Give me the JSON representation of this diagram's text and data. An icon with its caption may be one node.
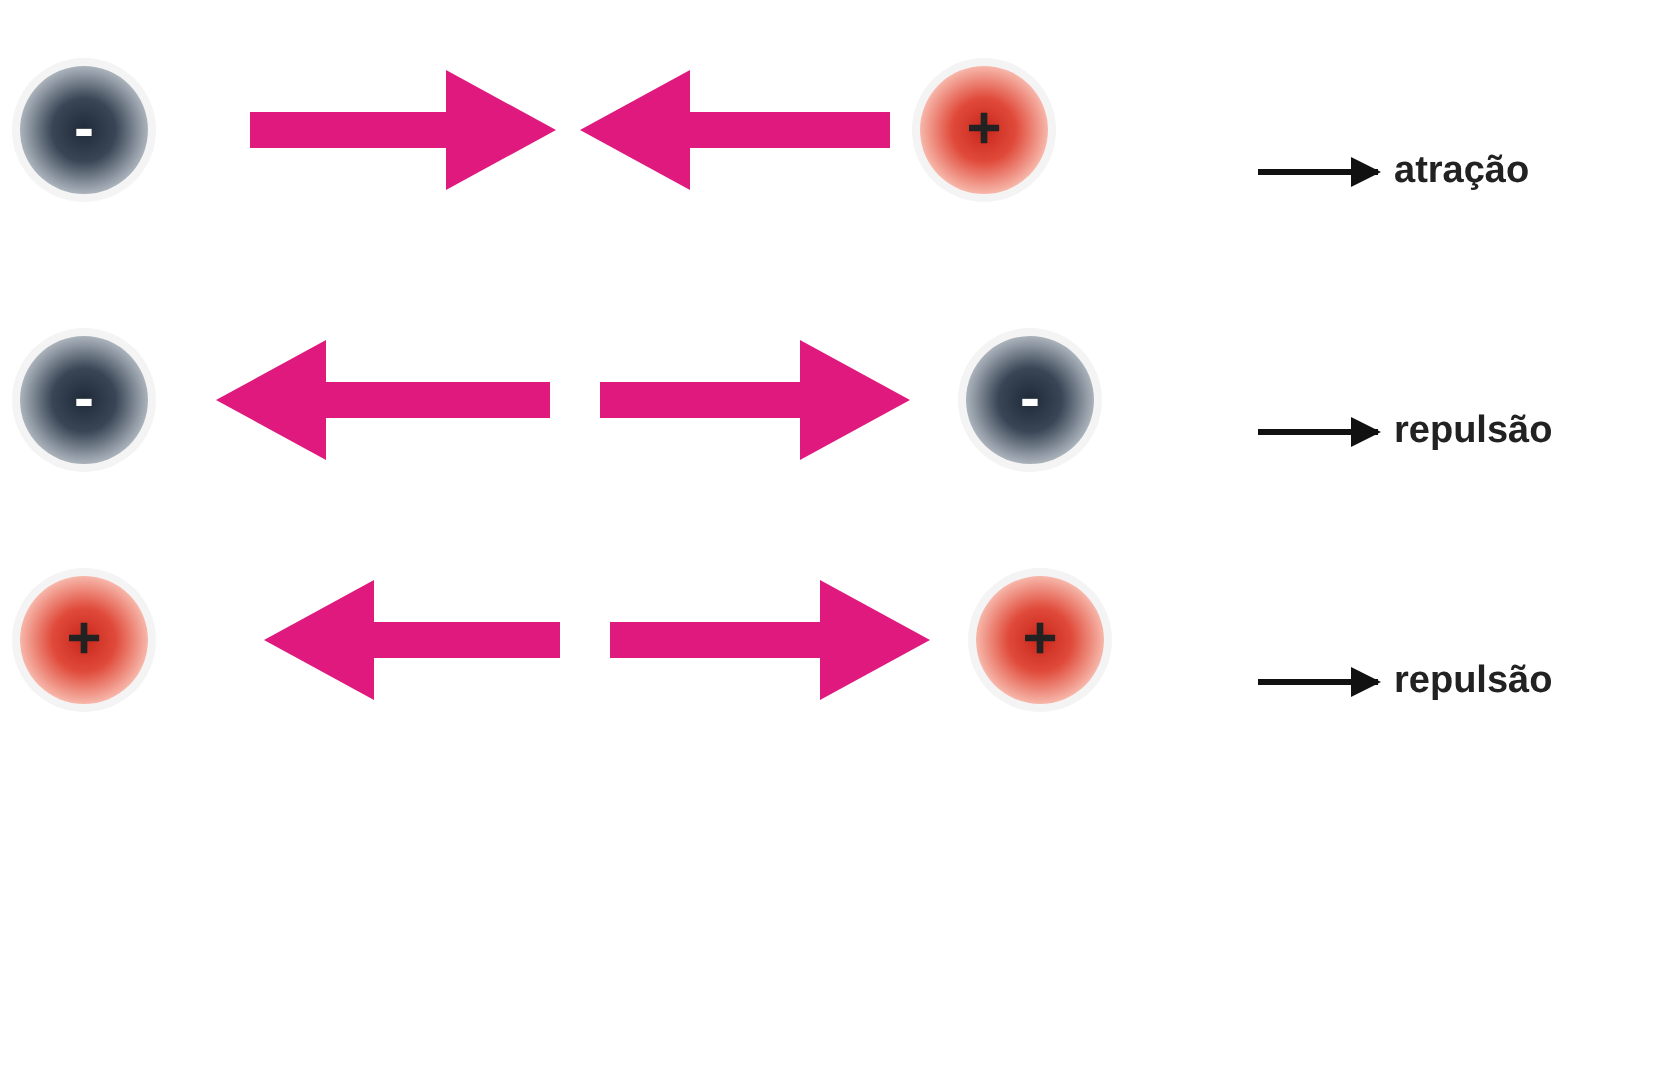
{
  "diagram": {
    "nodes": [
      {
        "text": [
          "-"
        ]
      },
      {
        "text": [
          "+"
        ]
      },
      {
        "text": [
          "atração"
        ]
      },
      {
        "text": [
          "-"
        ]
      },
      {
        "text": [
          "-"
        ]
      },
      {
        "text": [
          "repulsão"
        ]
      },
      {
        "text": [
          "+"
        ]
      },
      {
        "text": [
          "+"
        ]
      },
      {
        "text": [
          "repulsão"
        ]
      }
    ],
    "edges": [
      {
        "from": null,
        "to": 2,
        "arrow": "to"
      },
      {
        "from": null,
        "to": 5,
        "arrow": "to"
      },
      {
        "from": null,
        "to": 8,
        "arrow": "to"
      }
    ]
  }
}
